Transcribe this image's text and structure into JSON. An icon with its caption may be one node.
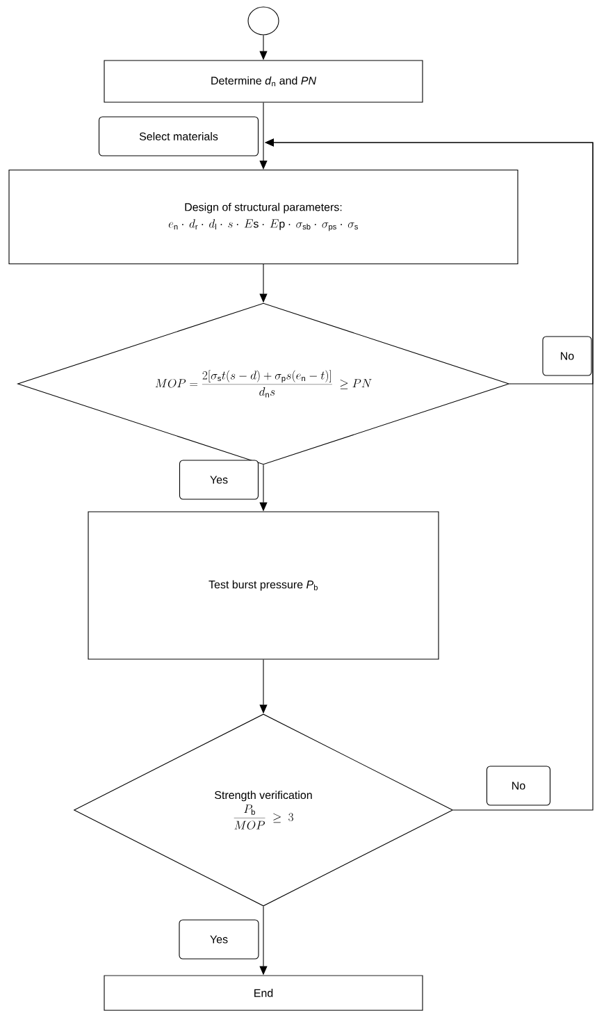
{
  "diagram": {
    "nodes": [
      {
        "text": [],
        "shape": "circle"
      },
      {
        "text": [
          "Determine *d*$_{n}$ and *PN*"
        ]
      },
      {
        "text": [
          "Design of structural parameters:",
          "e_{\\mathrm{n}}\\cdot\\, d_{\\mathrm{r}}\\cdot\\, d_{\\mathrm{l}}\\cdot\\, s\\cdot\\, E\\mathrm{s}\\cdot\\, E\\mathrm{p}\\cdot\\, \\sigma_{\\mathrm{sb}}\\cdot\\, \\sigma_{\\mathrm{ps}}\\cdot\\, \\sigma_{\\mathrm{s}}"
        ]
      },
      {
        "text": [
          "MOP=\\frac{2[\\sigma_{\\mathrm{s}}t(s-d)+\\sigma_{\\mathrm{p}}s(e_{\\mathrm{n}}-t)]}{d_{\\mathrm{n}}s}\\ \\geq PN"
        ]
      },
      {
        "text": [
          "Test burst pressure *P*$_{b}$"
        ]
      },
      {
        "text": [
          "Strength verification",
          "\\frac{P_{\\mathrm{b}}}{MOP}\\ \\geq\\ 3"
        ]
      },
      {
        "text": [
          "End"
        ]
      }
    ],
    "edges": [
      {
        "from": 0,
        "to": 1,
        "arrow": "to"
      },
      {
        "from": 1,
        "to": 2,
        "arrow": "to",
        "label": "Select materials"
      },
      {
        "from": 2,
        "to": 3,
        "arrow": "to"
      },
      {
        "from": 3,
        "to": 4,
        "arrow": "to",
        "label": "Yes"
      },
      {
        "from": 4,
        "to": 5,
        "arrow": "to"
      },
      {
        "from": 5,
        "to": 6,
        "arrow": "to",
        "label": "Yes"
      },
      {
        "from": 3,
        "to": 2,
        "arrow": "to",
        "label": "No"
      },
      {
        "from": 5,
        "to": 2,
        "arrow": "to",
        "label": "No"
      }
    ]
  }
}
